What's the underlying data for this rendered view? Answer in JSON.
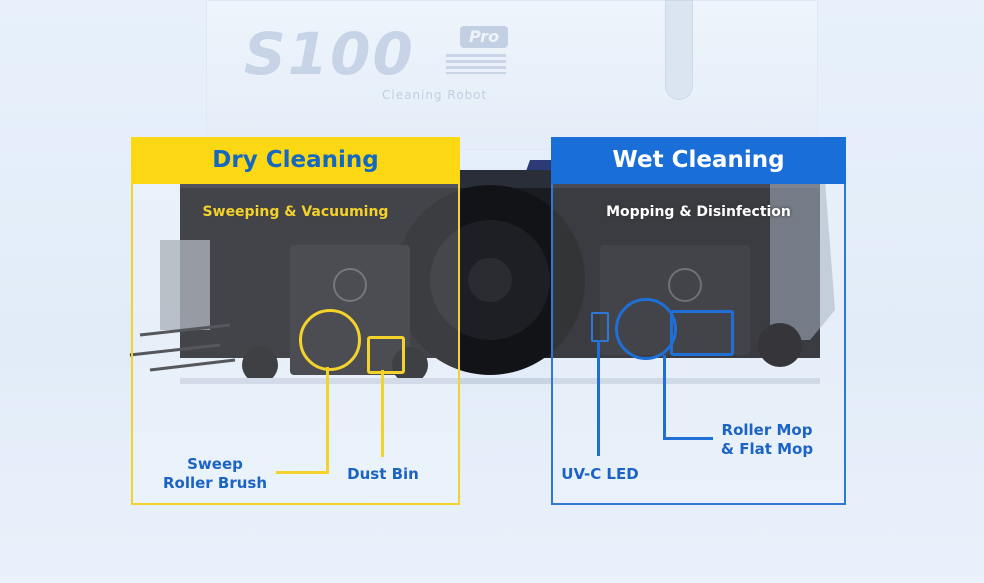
{
  "background": {
    "logo_text": "S100",
    "logo_badge": "Pro",
    "logo_subtitle": "Cleaning Robot"
  },
  "dry_panel": {
    "title": "Dry Cleaning",
    "subtitle": "Sweeping & Vacuuming",
    "color": "#fbd714",
    "callouts": {
      "roller_brush_line1": "Sweep",
      "roller_brush_line2": "Roller Brush",
      "dust_bin": "Dust Bin"
    }
  },
  "wet_panel": {
    "title": "Wet Cleaning",
    "subtitle": "Mopping & Disinfection",
    "color": "#1a6ed8",
    "callouts": {
      "uvc_led": "UV-C LED",
      "mop_line1": "Roller Mop",
      "mop_line2": "& Flat Mop"
    }
  }
}
